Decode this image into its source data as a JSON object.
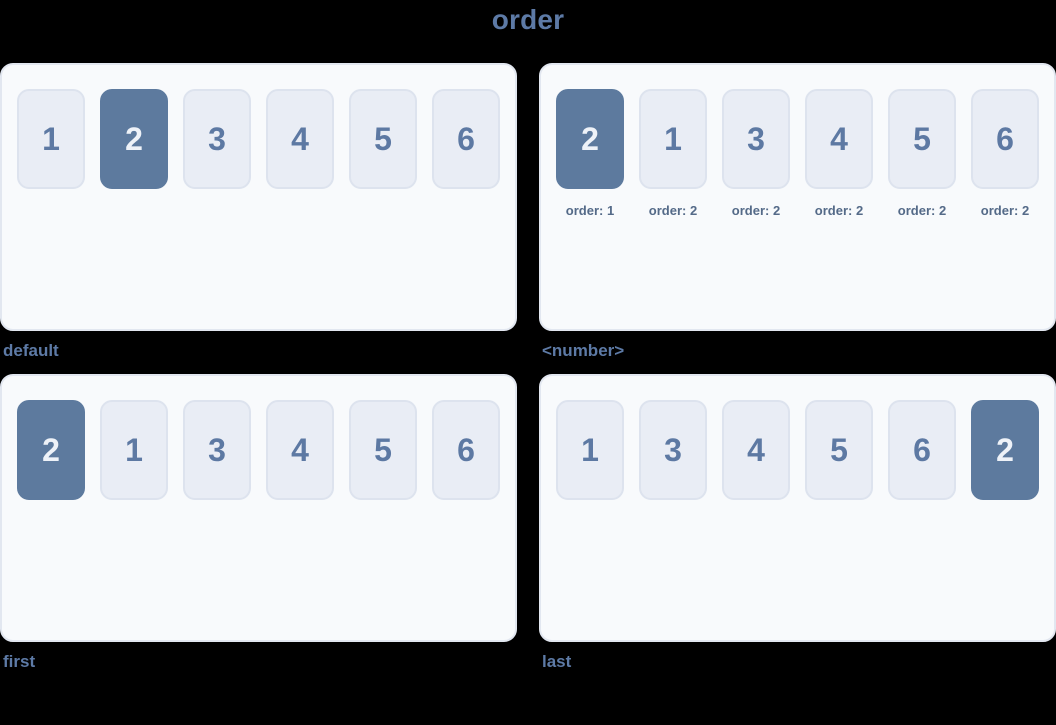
{
  "title": "order",
  "colors": {
    "background": "#000000",
    "accent_text": "#5d7aa6",
    "panel_background": "#f8fafc",
    "panel_border": "#e2e7f0",
    "box_background": "#e9edf5",
    "box_border": "#dde3ee",
    "box_number_text": "#5d79a3",
    "highlight_background": "#5d7a9e",
    "highlight_text": "#eef2f8",
    "order_label_text": "#546a88"
  },
  "panels": [
    {
      "id": "default",
      "caption": "default",
      "items": [
        {
          "num": "1",
          "highlighted": false
        },
        {
          "num": "2",
          "highlighted": true
        },
        {
          "num": "3",
          "highlighted": false
        },
        {
          "num": "4",
          "highlighted": false
        },
        {
          "num": "5",
          "highlighted": false
        },
        {
          "num": "6",
          "highlighted": false
        }
      ]
    },
    {
      "id": "number",
      "caption": "<number>",
      "items": [
        {
          "num": "2",
          "highlighted": true,
          "order_label": "order: 1"
        },
        {
          "num": "1",
          "highlighted": false,
          "order_label": "order: 2"
        },
        {
          "num": "3",
          "highlighted": false,
          "order_label": "order: 2"
        },
        {
          "num": "4",
          "highlighted": false,
          "order_label": "order: 2"
        },
        {
          "num": "5",
          "highlighted": false,
          "order_label": "order: 2"
        },
        {
          "num": "6",
          "highlighted": false,
          "order_label": "order: 2"
        }
      ]
    },
    {
      "id": "first",
      "caption": "first",
      "items": [
        {
          "num": "2",
          "highlighted": true
        },
        {
          "num": "1",
          "highlighted": false
        },
        {
          "num": "3",
          "highlighted": false
        },
        {
          "num": "4",
          "highlighted": false
        },
        {
          "num": "5",
          "highlighted": false
        },
        {
          "num": "6",
          "highlighted": false
        }
      ]
    },
    {
      "id": "last",
      "caption": "last",
      "items": [
        {
          "num": "1",
          "highlighted": false
        },
        {
          "num": "3",
          "highlighted": false
        },
        {
          "num": "4",
          "highlighted": false
        },
        {
          "num": "5",
          "highlighted": false
        },
        {
          "num": "6",
          "highlighted": false
        },
        {
          "num": "2",
          "highlighted": true
        }
      ]
    }
  ]
}
